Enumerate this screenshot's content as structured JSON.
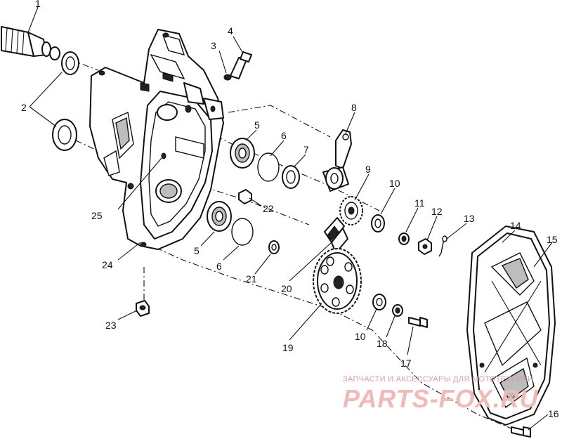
{
  "callouts": [
    "1",
    "2",
    "3",
    "4",
    "5",
    "6",
    "7",
    "8",
    "9",
    "10",
    "11",
    "12",
    "13",
    "14",
    "15",
    "5",
    "6",
    "21",
    "22",
    "25",
    "24",
    "20",
    "19",
    "23",
    "10",
    "18",
    "17",
    "16"
  ],
  "watermark": {
    "caption": "ЗАПЧАСТИ И АКСЕССУАРЫ ДЛЯ МОТОТЕХНИКИ",
    "brand": "PARTS-FOX.RU",
    "colors": {
      "caption": "#d9a0a0",
      "brand": "#f2b9b9"
    }
  },
  "colors": {
    "line": "#111111",
    "background": "#ffffff"
  }
}
